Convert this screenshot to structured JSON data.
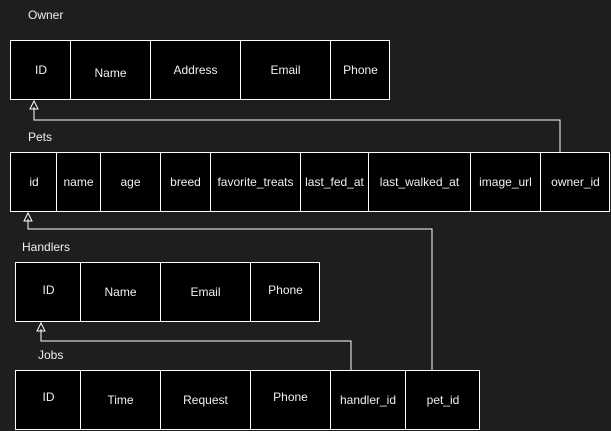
{
  "tables": [
    {
      "key": "owner",
      "title": "Owner",
      "fields": [
        "ID",
        "Name",
        "Address",
        "Email",
        "Phone"
      ]
    },
    {
      "key": "pets",
      "title": "Pets",
      "fields": [
        "id",
        "name",
        "age",
        "breed",
        "favorite_treats",
        "last_fed_at",
        "last_walked_at",
        "image_url",
        "owner_id"
      ]
    },
    {
      "key": "handlers",
      "title": "Handlers",
      "fields": [
        "ID",
        "Name",
        "Email",
        "Phone"
      ]
    },
    {
      "key": "jobs",
      "title": "Jobs",
      "fields": [
        "ID",
        "Time",
        "Request",
        "Phone",
        "handler_id",
        "pet_id"
      ]
    }
  ],
  "relations": [
    {
      "from_table": "pets",
      "from_field": "owner_id",
      "to_table": "owner",
      "to_field": "ID"
    },
    {
      "from_table": "jobs",
      "from_field": "handler_id",
      "to_table": "handlers",
      "to_field": "ID"
    },
    {
      "from_table": "jobs",
      "from_field": "pet_id",
      "to_table": "pets",
      "to_field": "id"
    }
  ],
  "colors": {
    "background": "#1e1e1e",
    "box_fill": "#000000",
    "line": "#ffffff",
    "text": "#f0f0f0"
  }
}
